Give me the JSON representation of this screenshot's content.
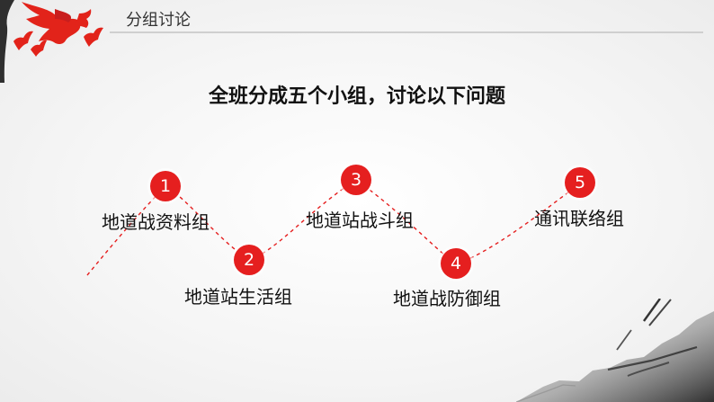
{
  "header": {
    "title": "分组讨论"
  },
  "main": {
    "heading": "全班分成五个小组，讨论以下问题"
  },
  "groups": [
    {
      "number": "1",
      "label": "地道战资料组"
    },
    {
      "number": "2",
      "label": "地道站生活组"
    },
    {
      "number": "3",
      "label": "地道站战斗组"
    },
    {
      "number": "4",
      "label": "地道战防御组"
    },
    {
      "number": "5",
      "label": "通讯联络组"
    }
  ],
  "colors": {
    "accent": "#e51f1f",
    "text": "#111111",
    "muted": "#333333"
  }
}
